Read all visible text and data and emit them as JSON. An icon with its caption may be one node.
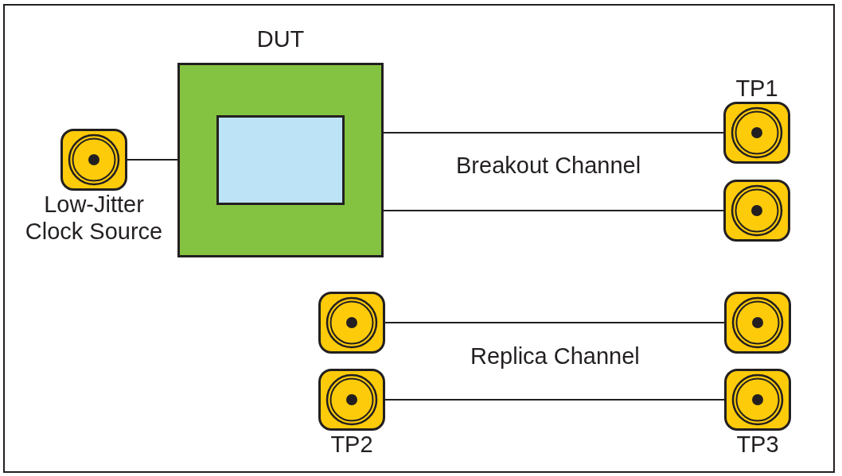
{
  "diagram": {
    "nodes": [
      {
        "text": [
          "DUT"
        ]
      },
      {
        "text": [],
        "shape": "box",
        "in": 0
      },
      {
        "text": [
          "TP1"
        ]
      },
      {
        "text": [
          "Low-Jitter Clock Source"
        ]
      },
      {
        "text": [],
        "shape": "box"
      },
      {
        "text": [],
        "shape": "box"
      },
      {
        "text": [],
        "shape": "box"
      },
      {
        "text": [
          "TP2"
        ]
      },
      {
        "text": [
          "TP3"
        ]
      }
    ],
    "edges": [
      {
        "from": 3,
        "to": 0,
        "arrow": "none"
      },
      {
        "from": 0,
        "to": 2,
        "arrow": "none"
      },
      {
        "from": 0,
        "to": 4,
        "arrow": "none"
      },
      {
        "from": 5,
        "to": 6,
        "arrow": "none"
      },
      {
        "from": 7,
        "to": 8,
        "arrow": "none"
      }
    ],
    "labels": [
      "Breakout Channel",
      "Replica Channel"
    ]
  }
}
